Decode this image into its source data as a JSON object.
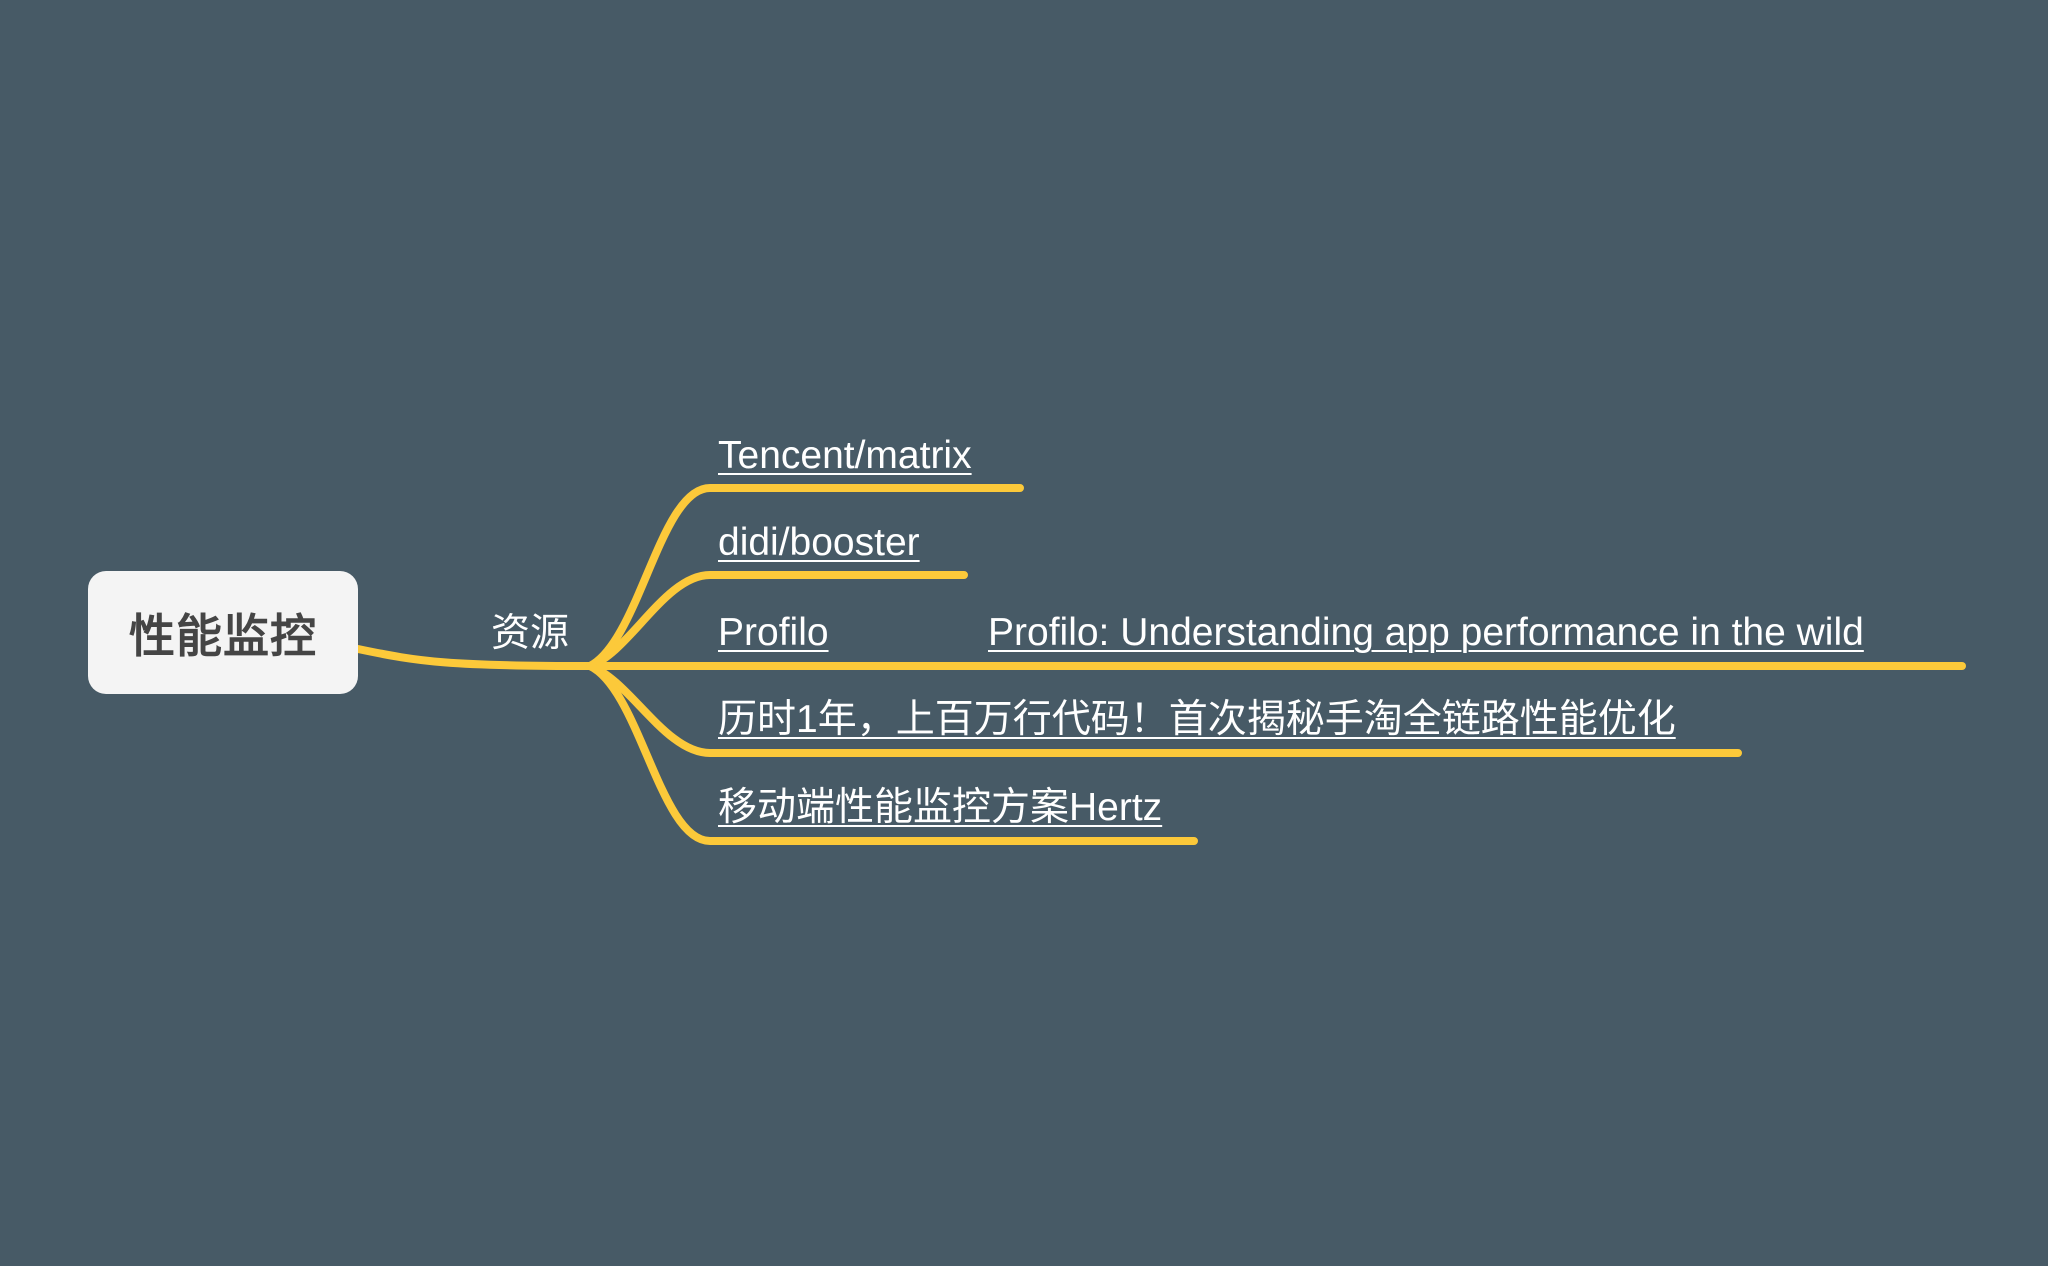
{
  "root": {
    "label": "性能监控"
  },
  "branch": {
    "label": "资源"
  },
  "leaves": [
    {
      "label": "Tencent/matrix"
    },
    {
      "label": "didi/booster"
    },
    {
      "label": "Profilo",
      "child": {
        "label": "Profilo: Understanding app performance in the wild"
      }
    },
    {
      "label": "历时1年，上百万行代码！首次揭秘手淘全链路性能优化"
    },
    {
      "label": "移动端性能监控方案Hertz"
    }
  ],
  "colors": {
    "background": "#475a66",
    "connector": "#fcc93a",
    "root_fill": "#f4f4f4",
    "root_text": "#454545",
    "link_text": "#ffffff"
  }
}
